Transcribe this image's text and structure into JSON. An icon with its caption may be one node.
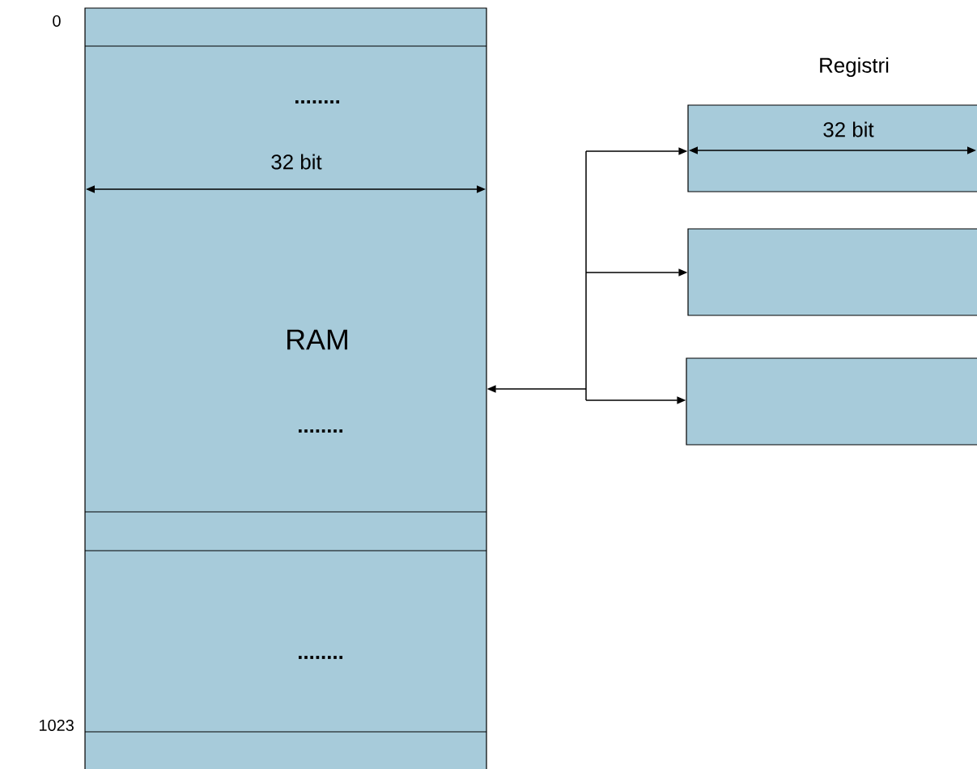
{
  "diagram": {
    "nodes": [
      {
        "text": [
          "RAM"
        ]
      },
      {
        "text": [],
        "shape": "box"
      },
      {
        "text": [],
        "shape": "box"
      },
      {
        "text": [],
        "shape": "box"
      }
    ],
    "edges": [
      {
        "from": 0,
        "to": 1,
        "arrow": "both"
      },
      {
        "from": 0,
        "to": 2,
        "arrow": "both"
      },
      {
        "from": 0,
        "to": 3,
        "arrow": "both"
      }
    ],
    "labels": [
      "0",
      "........",
      "32 bit",
      "Registri",
      "32 bit",
      "........",
      "........",
      "1023"
    ]
  }
}
